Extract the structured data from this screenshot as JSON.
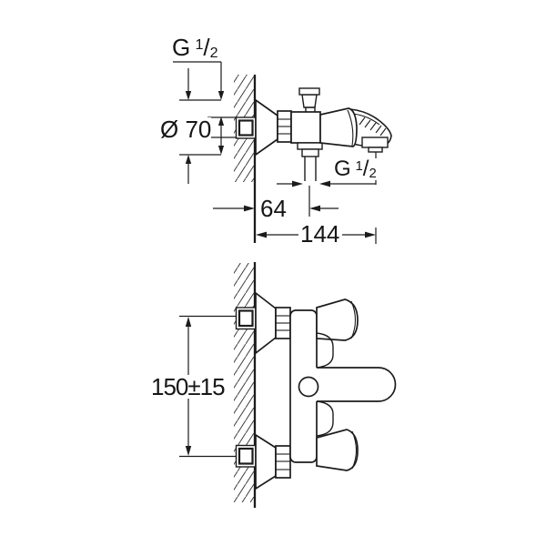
{
  "drawing": {
    "top_view": {
      "thread_size_wall_union": {
        "prefix": "G",
        "numerator": "1",
        "slash": "/",
        "denominator": "2"
      },
      "flange_diameter": "Ø 70",
      "shower_outlet_thread": {
        "prefix": "G",
        "numerator": "1",
        "slash": "/",
        "denominator": "2"
      },
      "wall_to_shower_outlet": "64",
      "wall_to_spout_outlet": "144"
    },
    "front_view": {
      "inlet_center_distance": "150±15"
    },
    "colors": {
      "line_color": "#1c1c1c",
      "background": "#ffffff"
    }
  }
}
